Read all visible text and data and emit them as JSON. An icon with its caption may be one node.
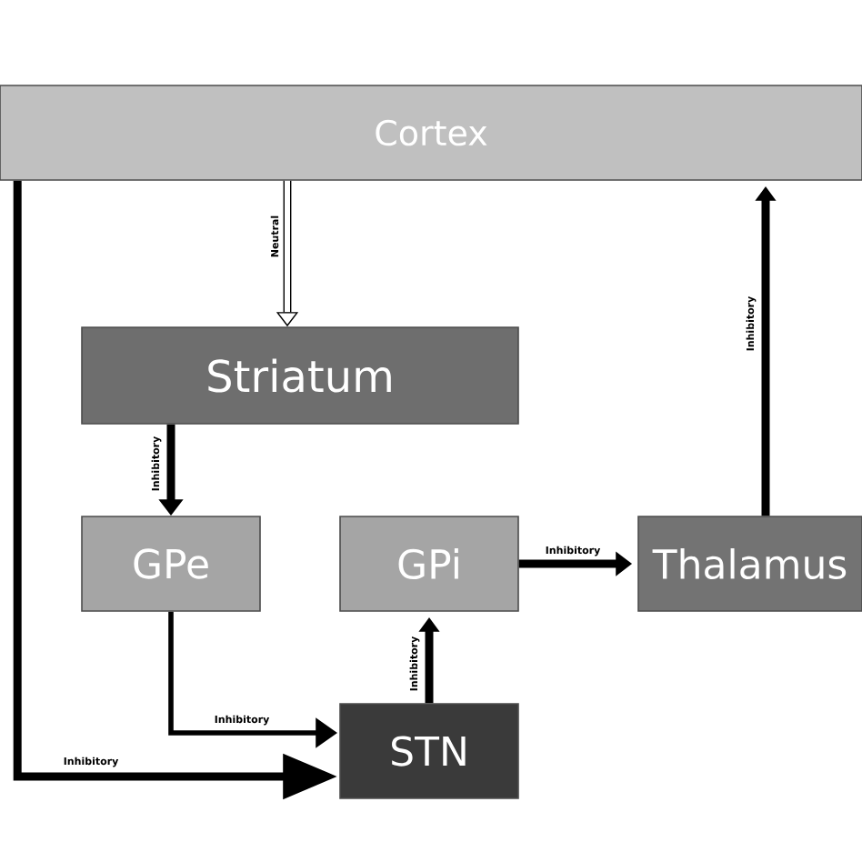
{
  "diagram": {
    "nodes": [
      {
        "text": [
          "Cortex"
        ]
      },
      {
        "text": [
          "Striatum"
        ]
      },
      {
        "text": [
          "GPe"
        ]
      },
      {
        "text": [
          "GPi"
        ]
      },
      {
        "text": [
          "Thalamus"
        ]
      },
      {
        "text": [
          "STN"
        ]
      }
    ],
    "edges": [
      {
        "from": 0,
        "to": 1,
        "arrow": "to",
        "label": "Neutral"
      },
      {
        "from": 1,
        "to": 2,
        "arrow": "to",
        "label": "Inhibitory"
      },
      {
        "from": 3,
        "to": 4,
        "arrow": "to",
        "label": "Inhibitory"
      },
      {
        "from": 4,
        "to": 0,
        "arrow": "to",
        "label": "Inhibitory"
      },
      {
        "from": 5,
        "to": 3,
        "arrow": "to",
        "label": "Inhibitory"
      },
      {
        "from": 2,
        "to": 5,
        "arrow": "to",
        "label": "Inhibitory"
      },
      {
        "from": 0,
        "to": 5,
        "arrow": "to",
        "label": "Inhibitory"
      }
    ]
  }
}
